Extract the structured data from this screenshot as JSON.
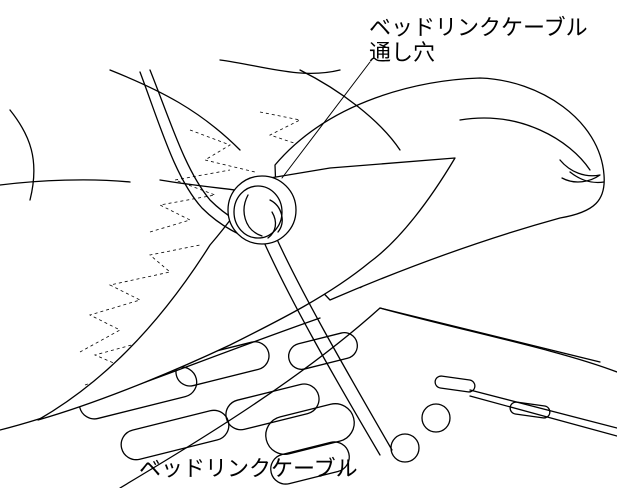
{
  "labels": {
    "hole_line1": "ベッドリンクケーブル",
    "hole_line2": "通し穴",
    "cable": "ベッドリンクケーブル"
  }
}
